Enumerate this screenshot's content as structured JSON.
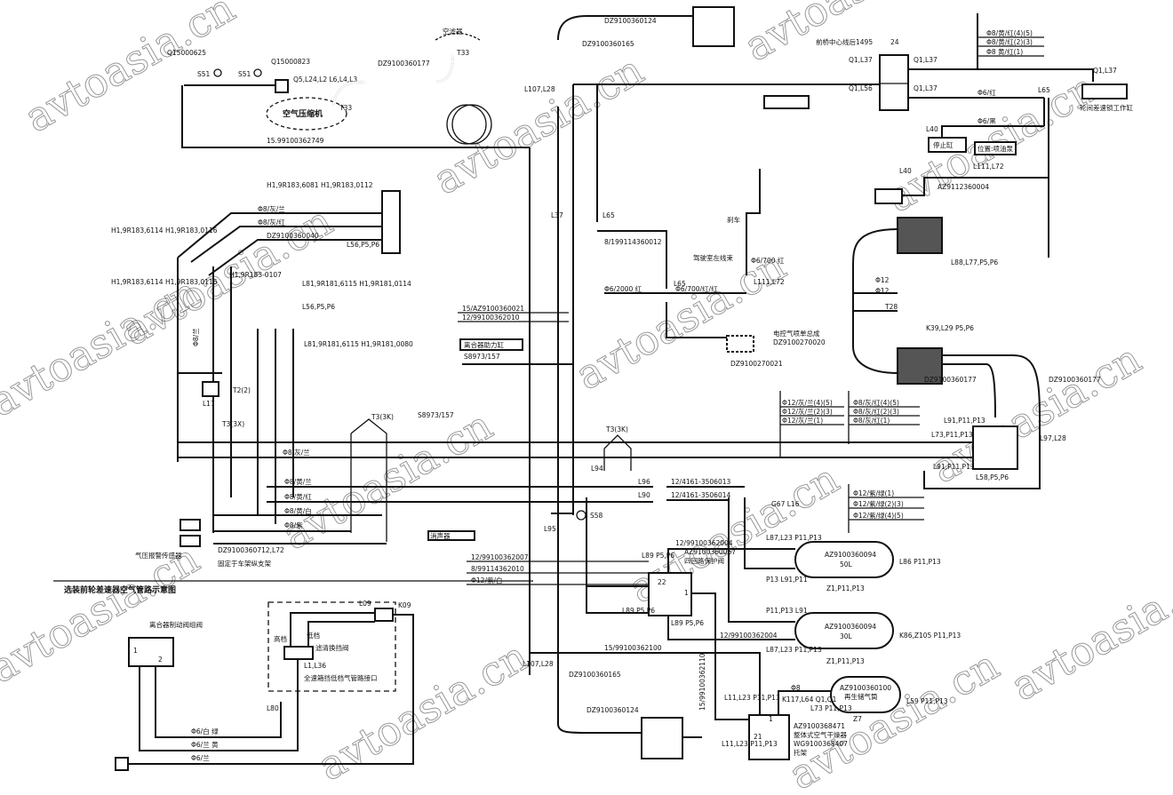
{
  "title": "选装前轮差速器空气管路示意图",
  "watermark": "avtoasia.cn",
  "compressor": {
    "name": "空气压缩机",
    "codes": "Q5,L24,L2 L6,L4,L3",
    "port": "T33"
  },
  "air_filter": {
    "name": "空滤器",
    "port": "T33",
    "hose": "DZ9100360177"
  },
  "switches": [
    {
      "part": "Q15000625",
      "code": "S51"
    },
    {
      "part": "Q15000823",
      "code": "S51"
    }
  ],
  "pipe_compressor": "15.99100362749",
  "top_center": {
    "hose_a": "DZ9100360124",
    "hose_b": "DZ9100360165",
    "code": "L107,L28"
  },
  "front_axle": {
    "label": "前桥中心线后1495",
    "num": "24",
    "ports": [
      "Q1,L37",
      "Q1,L37",
      "Q1,L56",
      "Q1,L37",
      "Q1,L37"
    ]
  },
  "top_right_pipes": [
    "Φ8/黄/红(4)(5)",
    "Φ8/黄/红(2)(3)",
    "Φ8 黄/红(1)"
  ],
  "diff_lock_cylinder": "轮间差速锁工作缸",
  "stop_cylinder": "停止缸",
  "stop_position": "位置:喷油泵",
  "tee_labels": {
    "l65": "L65",
    "l40": "L40",
    "l40b": "L40",
    "red": "Φ6/红",
    "black": "Φ6/黑",
    "l111": "L111,L72",
    "part": "AZ9112360004"
  },
  "relay_valve": {
    "upper": "L88,L77,P5,P6",
    "phi12a": "Φ12",
    "phi12b": "Φ12",
    "t28": "T28",
    "lower": "K39,L29 P5,P6",
    "hose": "DZ9100360177"
  },
  "right_valve": {
    "p1": "L91,P11,P13",
    "p2": "L73,P11,P13",
    "p3": "L91,P11,P13",
    "p4": "L58,P5,P6",
    "p5": "L97,L28"
  },
  "pipe_bundles": {
    "grey_blue": [
      "Φ12/灰/兰(4)(5)",
      "Φ12/灰/兰(2)(3)",
      "Φ12/灰/兰(1)"
    ],
    "grey_red": [
      "Φ8/灰/红(4)(5)",
      "Φ8/灰/红(2)(3)",
      "Φ8/灰/红(1)"
    ],
    "purple_green": [
      "Φ12/紫/绿(1)",
      "Φ12/紫/绿(2)(3)",
      "Φ12/紫/绿(4)(5)"
    ]
  },
  "tanks": [
    {
      "part": "AZ9100360094",
      "vol": "50L",
      "drain": "Z1,P11,P13",
      "right": "L86 P11,P13",
      "left_a": "L87,L23 P11,P13",
      "left_b": "P13 L91,P11"
    },
    {
      "part": "AZ9100360094",
      "vol": "30L",
      "drain": "Z1,P11,P13",
      "right": "K86,Z105 P11,P13",
      "left_a": "P11,P13 L91",
      "left_b": "L87,L23 P11,P13"
    },
    {
      "part": "AZ9100360100",
      "vol": "再生储气筒",
      "drain": "Z7",
      "right": "L59 P11,P13",
      "left_a": "L73 P11,P13",
      "left_b": ""
    }
  ],
  "four_circuit_valve": {
    "name": "四回路保护阀",
    "part": "AZ9100360067",
    "pipe": "12/99100362004",
    "pipe2": "12/99100362004",
    "p1": "L89 P5,P6",
    "p2": "L89 P5,P6",
    "p3": "L89 P5,P6",
    "port22": "22",
    "port1": "1"
  },
  "dryer": {
    "part": "AZ9100368471",
    "name": "整体式空气干燥器",
    "bracket_part": "WG9100368407",
    "bracket": "托架",
    "p1": "L11,L23 P11,P13",
    "p2": "K117,L64 Q1,Q1",
    "p3": "L11,L23 P11,P13",
    "port21": "21",
    "port1": "1",
    "phi8": "Φ8",
    "pipe": "15/99100362110"
  },
  "center": {
    "l37": "L37",
    "l65": "L65",
    "l65b": "L65",
    "pipe_8": "8/199114360012",
    "red2000": "Φ6/2000 红",
    "red700": "Φ6/700/红/红",
    "brake": "刹车",
    "harness": "驾驶室左线束",
    "phi6_700": "Φ6/700 红",
    "l111": "L111,L72",
    "ecu": "电控气喷单总成",
    "ecu_part": "DZ9100270020",
    "part21": "DZ9100270021",
    "pipe15": "15/AZ9100360021",
    "pipe12": "12/99100362010",
    "box": "离合器助力缸",
    "code": "S8973/157",
    "t3a": "T3(3K)",
    "t3b": "T3(3K)",
    "t3c": "T3(3X)",
    "l94": "L94",
    "l96": "L96",
    "l90": "L90",
    "l95": "L95",
    "p13": "12/4161-3506013",
    "p14": "12/4161-3506014",
    "s58": "S58",
    "g67": "G67 L16",
    "pipe_2007": "12/99100362007",
    "pipe_2010": "8/99114362010",
    "purple_white": "Φ12/紫/白",
    "pipe_2100": "15/99100362100",
    "bottom_code": "L107,L28",
    "bottom_hose_a": "DZ9100360165",
    "bottom_hose_b": "DZ9100360124",
    "silencer": "消声器"
  },
  "left": {
    "sensor": "气压报警传感器",
    "sensor_part": "DZ9100360712,L72",
    "fixed": "固定于车架纵支架",
    "purple": "Φ8/紫",
    "yellow_white": "Φ8/黄/白",
    "yellow_blue": "Φ8/黄/兰",
    "yellow_red": "Φ8/黄/红",
    "blue": "Φ8/兰",
    "grey_blue": "Φ8/灰/兰",
    "grey_blue2": "Φ8/灰/兰",
    "grey_red": "Φ8/灰/红",
    "hose": "DZ9100360040",
    "t3": "T3(3X)",
    "t2": "T2(2)",
    "l17": "L17",
    "ann1": "H1,9R183,6081 H1,9R183,0112",
    "ann2": "H1,9R183,6114 H1,9R183,0116",
    "ann3": "H1,9R183,6114 H1,9R183,0116",
    "ann4": "H1,9R183-0107",
    "ann5": "L81,9R181,6115 H1,9R181,0114",
    "ann6": "L56,P5,P6",
    "ann7": "L81,9R181,6115 H1,9R181,0080",
    "ann8": "L56,P5,P6"
  },
  "inset": {
    "valve": "离合器制动阀组阀",
    "high": "高档",
    "low": "低档",
    "shift": "滤清换挡阀",
    "iface": "全速箱挡低档气管路接口",
    "l80": "L80",
    "l36": "L1,L36",
    "k09": "K09",
    "l09": "L09",
    "white_green": "Φ6/白 绿",
    "blue_yellow": "Φ6/兰 黄",
    "blue": "Φ6/兰",
    "port1": "1",
    "port2": "2"
  }
}
